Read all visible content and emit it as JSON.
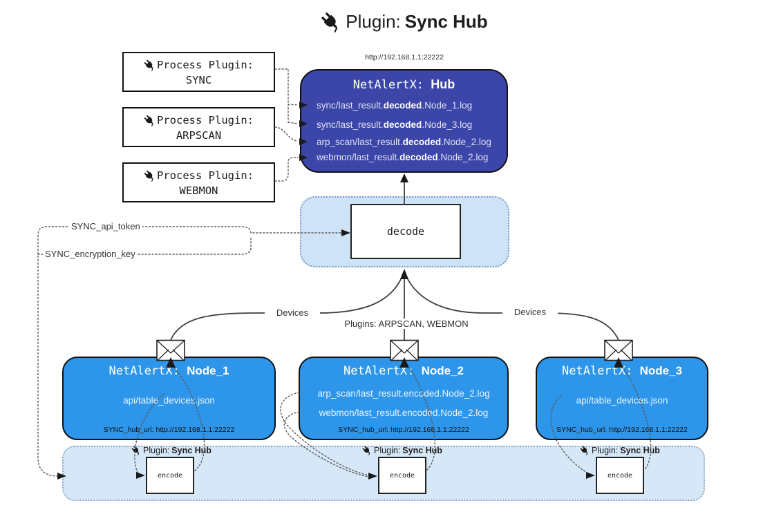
{
  "title": {
    "prefix": "Plugin:",
    "name": "Sync Hub"
  },
  "hub": {
    "url": "http://192.168.1.1:22222",
    "name_prefix": "NetAlertX:",
    "name": "Hub",
    "logs": [
      {
        "pre": "sync/last_result.",
        "bold": "decoded",
        "post": ".Node_1.log"
      },
      {
        "pre": "sync/last_result.",
        "bold": "decoded",
        "post": ".Node_3.log"
      },
      {
        "pre": "arp_scan/last_result.",
        "bold": "decoded",
        "post": ".Node_2.log"
      },
      {
        "pre": "webmon/last_result.",
        "bold": "decoded",
        "post": ".Node_2.log"
      }
    ]
  },
  "process_plugins": [
    {
      "label": "Process Plugin:",
      "name": "SYNC"
    },
    {
      "label": "Process Plugin:",
      "name": "ARPSCAN"
    },
    {
      "label": "Process Plugin:",
      "name": "WEBMON"
    }
  ],
  "decode": {
    "label": "decode"
  },
  "settings": {
    "api_token": "SYNC_api_token",
    "encryption_key": "SYNC_encryption_key"
  },
  "edges": {
    "devices_left": "Devices",
    "plugins_center": "Plugins: ARPSCAN, WEBMON",
    "devices_right": "Devices"
  },
  "nodes": [
    {
      "name_prefix": "NetAlertX:",
      "name": "Node_1",
      "files": [
        "api/table_devices.json"
      ],
      "hub_url": "SYNC_hub_url: http://192.168.1.1:22222"
    },
    {
      "name_prefix": "NetAlertX:",
      "name": "Node_2",
      "files": [
        "arp_scan/last_result.encoded.Node_2.log",
        "webmon/last_result.encoded.Node_2.log"
      ],
      "hub_url": "SYNC_hub_url: http://192.168.1.1:22222"
    },
    {
      "name_prefix": "NetAlertX:",
      "name": "Node_3",
      "files": [
        "api/table_devices.json"
      ],
      "hub_url": "SYNC_hub_url: http://192.168.1.1:22222"
    }
  ],
  "encoders": [
    {
      "plugin_label": "Plugin:",
      "plugin_name": "Sync Hub",
      "label": "encode"
    },
    {
      "plugin_label": "Plugin:",
      "plugin_name": "Sync Hub",
      "label": "encode"
    },
    {
      "plugin_label": "Plugin:",
      "plugin_name": "Sync Hub",
      "label": "encode"
    }
  ],
  "colors": {
    "hub_fill": "#3c46a8",
    "node_fill": "#2d96ea",
    "decode_container_fill": "#cfe3f7",
    "encode_container_fill": "#d6e8f8",
    "container_border": "#7d9ec4",
    "line": "#3f3f3f"
  }
}
